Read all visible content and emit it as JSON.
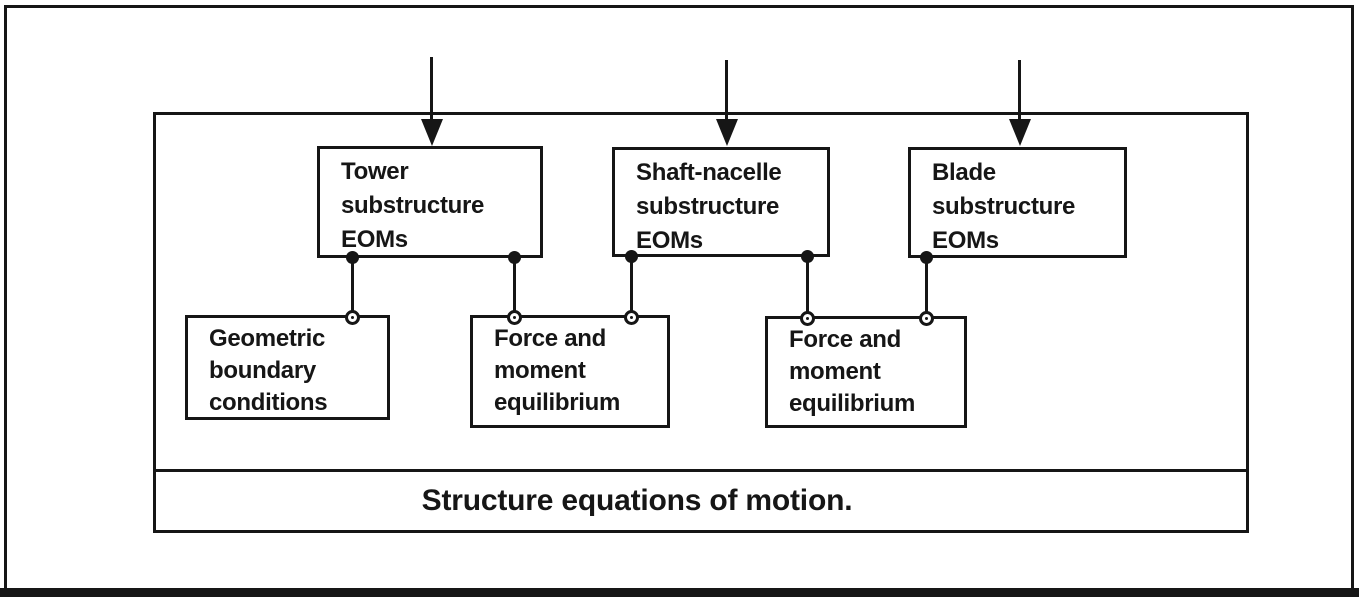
{
  "colors": {
    "ink": "#161616",
    "background": "#ffffff"
  },
  "diagram": {
    "type": "block-diagram",
    "footer_label": "Structure equations of motion.",
    "top_boxes": [
      {
        "id": "tower",
        "label": "Tower\nsubstructure\nEOMs"
      },
      {
        "id": "shaft-nacelle",
        "label": "Shaft-nacelle\nsubstructure\nEOMs"
      },
      {
        "id": "blade",
        "label": "Blade\nsubstructure\nEOMs"
      }
    ],
    "lower_boxes": [
      {
        "id": "geometric-boundary",
        "label": "Geometric\nboundary\nconditions"
      },
      {
        "id": "force-moment-1",
        "label": "Force and\nmoment\nequilibrium"
      },
      {
        "id": "force-moment-2",
        "label": "Force and\nmoment\nequilibrium"
      }
    ],
    "external_input_arrows": [
      "tower",
      "shaft-nacelle",
      "blade"
    ],
    "connections": [
      {
        "from": "tower",
        "to": "geometric-boundary"
      },
      {
        "from": "tower",
        "to": "force-moment-1"
      },
      {
        "from": "shaft-nacelle",
        "to": "force-moment-1"
      },
      {
        "from": "shaft-nacelle",
        "to": "force-moment-2"
      },
      {
        "from": "blade",
        "to": "force-moment-2"
      }
    ]
  }
}
